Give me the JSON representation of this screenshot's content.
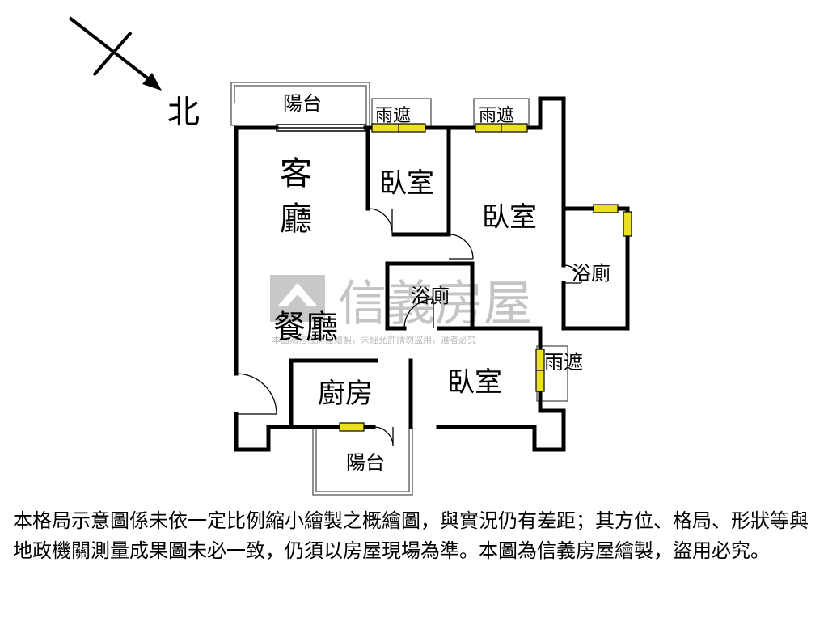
{
  "compass": {
    "north_label": "北"
  },
  "rooms": {
    "balcony_top": "陽台",
    "awning_1": "雨遮",
    "awning_2": "雨遮",
    "awning_3": "雨遮",
    "living_1": "客",
    "living_2": "廳",
    "bedroom_1": "臥室",
    "bedroom_2": "臥室",
    "bedroom_3": "臥室",
    "bath_1": "浴廁",
    "bath_2": "浴廁",
    "dining": "餐廳",
    "kitchen": "廚房",
    "balcony_bottom": "陽台"
  },
  "watermark": {
    "brand": "信義房屋",
    "notice": "本圖為信義房屋繪製，未經允許請勿盜用，違者必究"
  },
  "disclaimer": "本格局示意圖係未依一定比例縮小繪製之概繪圖，與實況仍有差距；其方位、格局、形狀等與地政機關測量成果圖未必一致，仍須以房屋現場為準。本圖為信義房屋繪製，盜用必究。",
  "colors": {
    "wall": "#000000",
    "window": "#ece020",
    "watermark": "#c0c0c0"
  }
}
